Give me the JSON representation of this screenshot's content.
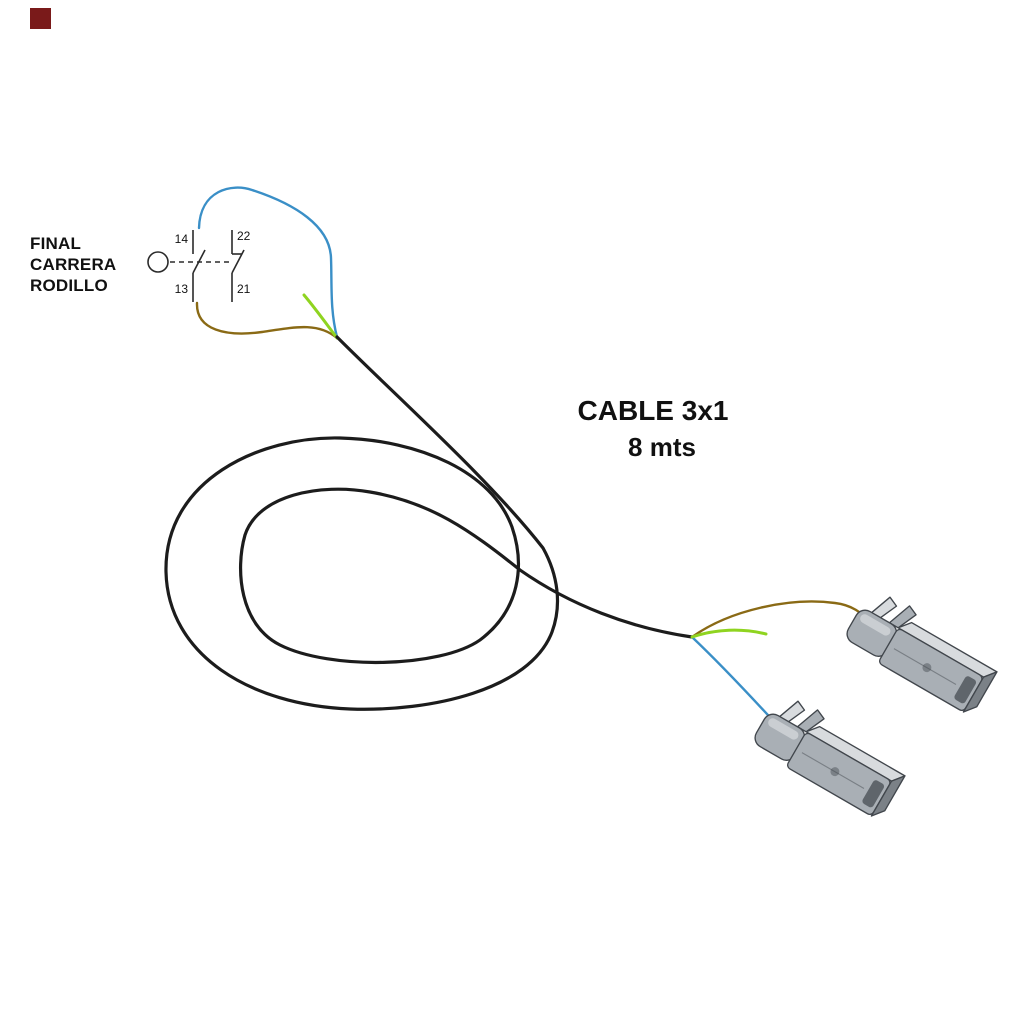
{
  "page": {
    "background": "#ffffff"
  },
  "corner_mark": {
    "color": "#7a1a1a"
  },
  "switch_label": {
    "line1": "FINAL",
    "line2": "CARRERA",
    "line3": "RODILLO"
  },
  "terminals": {
    "t14": "14",
    "t22": "22",
    "t13": "13",
    "t21": "21"
  },
  "cable_note": {
    "title": "CABLE 3x1",
    "length": "8 mts"
  },
  "colors": {
    "wire_blue": "#3a8fc7",
    "wire_brown": "#8a6a15",
    "wire_green": "#8fd420",
    "cable_black": "#1c1c1c",
    "symbol_black": "#2b2b2b",
    "connector_light": "#d8dbde",
    "connector_mid": "#a9afb5",
    "connector_dark": "#7b8187",
    "connector_darker": "#5f656b",
    "connector_outline": "#41464c"
  }
}
